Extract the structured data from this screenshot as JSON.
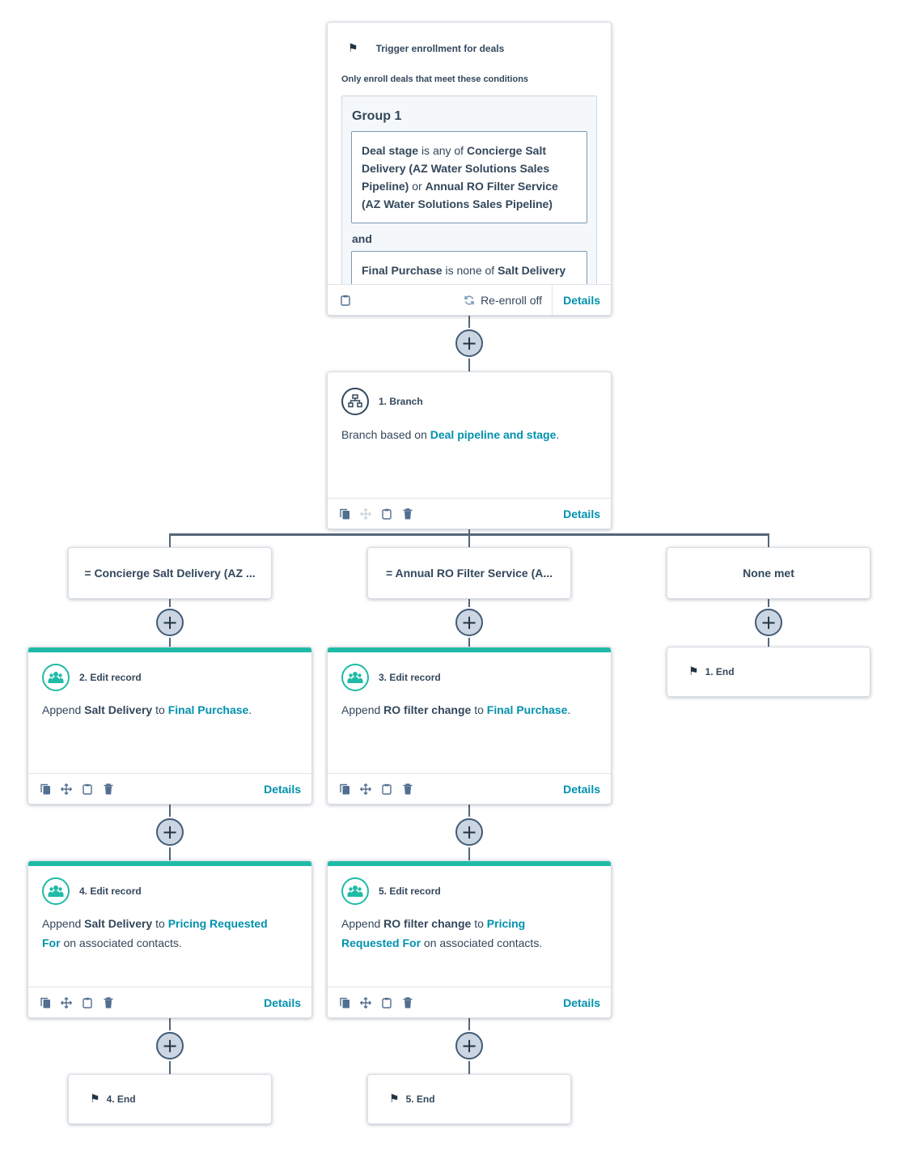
{
  "trigger": {
    "title": "Trigger enrollment for deals",
    "subtitle": "Only enroll deals that meet these conditions",
    "group_title": "Group 1",
    "condition1": {
      "prop": "Deal stage",
      "op1": "is any of",
      "val1": "Concierge Salt Delivery (AZ Water Solutions Sales Pipeline)",
      "op2": "or",
      "val2": "Annual RO Filter Service (AZ Water Solutions Sales Pipeline)"
    },
    "and_label": "and",
    "condition2": {
      "prop": "Final Purchase",
      "op": "is none of",
      "val": "Salt Delivery"
    },
    "reenroll_label": "Re-enroll off",
    "details_label": "Details"
  },
  "branch": {
    "title": "1. Branch",
    "body_prefix": "Branch based on",
    "link": "Deal pipeline and stage",
    "body_suffix": ".",
    "details_label": "Details"
  },
  "branches": [
    {
      "label": "= Concierge Salt Delivery (AZ ..."
    },
    {
      "label": "= Annual RO Filter Service (A..."
    },
    {
      "label": "None met"
    }
  ],
  "actions": [
    {
      "title": "2. Edit record",
      "verb": "Append",
      "value": "Salt Delivery",
      "prep": "to",
      "target": "Final Purchase",
      "suffix": ".",
      "details_label": "Details"
    },
    {
      "title": "3. Edit record",
      "verb": "Append",
      "value": "RO filter change",
      "prep": "to",
      "target": "Final Purchase",
      "suffix": ".",
      "details_label": "Details"
    },
    {
      "title": "4. Edit record",
      "verb": "Append",
      "value": "Salt Delivery",
      "prep": "to",
      "target": "Pricing Requested For",
      "suffix": "on associated contacts.",
      "details_label": "Details"
    },
    {
      "title": "5. Edit record",
      "verb": "Append",
      "value": "RO filter change",
      "prep": "to",
      "target": "Pricing Requested For",
      "suffix": "on associated contacts.",
      "details_label": "Details"
    }
  ],
  "ends": [
    {
      "label": "1. End"
    },
    {
      "label": "4. End"
    },
    {
      "label": "5. End"
    }
  ],
  "plus_glyph": "+",
  "flag_glyph": "⚑",
  "icons": [
    "flag-icon",
    "branch-icon",
    "people-icon",
    "clone-icon",
    "move-icon",
    "clipboard-icon",
    "trash-icon",
    "refresh-icon"
  ],
  "colors": {
    "teal": "#1fbba6",
    "link": "#0091ae",
    "text": "#33475b",
    "connector": "#56667a",
    "plus_bg": "#cbd6e2"
  }
}
